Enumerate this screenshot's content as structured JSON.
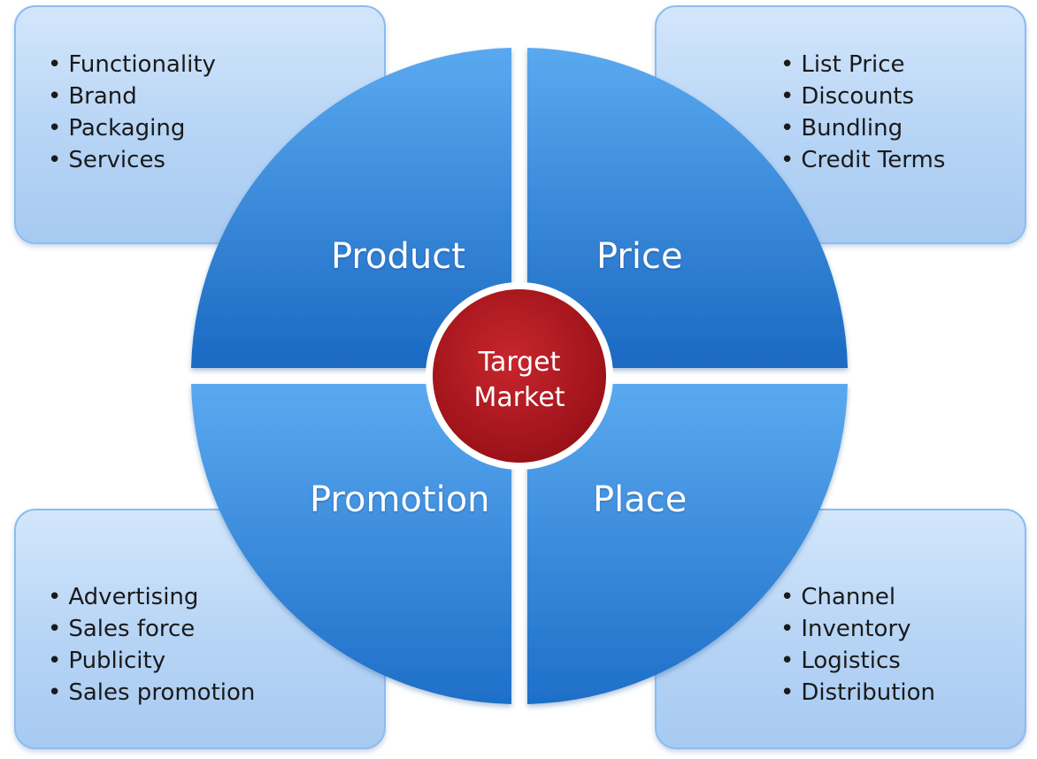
{
  "quadrants": {
    "product": {
      "title": "Product",
      "items": [
        "Functionality",
        "Brand",
        "Packaging",
        "Services"
      ]
    },
    "price": {
      "title": "Price",
      "items": [
        "List Price",
        "Discounts",
        "Bundling",
        "Credit Terms"
      ]
    },
    "promotion": {
      "title": "Promotion",
      "items": [
        "Advertising",
        "Sales force",
        "Publicity",
        "Sales promotion"
      ]
    },
    "place": {
      "title": "Place",
      "items": [
        "Channel",
        "Inventory",
        "Logistics",
        "Distribution"
      ]
    }
  },
  "center": {
    "line1": "Target",
    "line2": "Market"
  },
  "colors": {
    "quadrant_light": "#55a4ee",
    "quadrant_dark": "#1a69c2",
    "center_fill": "#b0141c",
    "box_fill": "#c2dcf7"
  }
}
